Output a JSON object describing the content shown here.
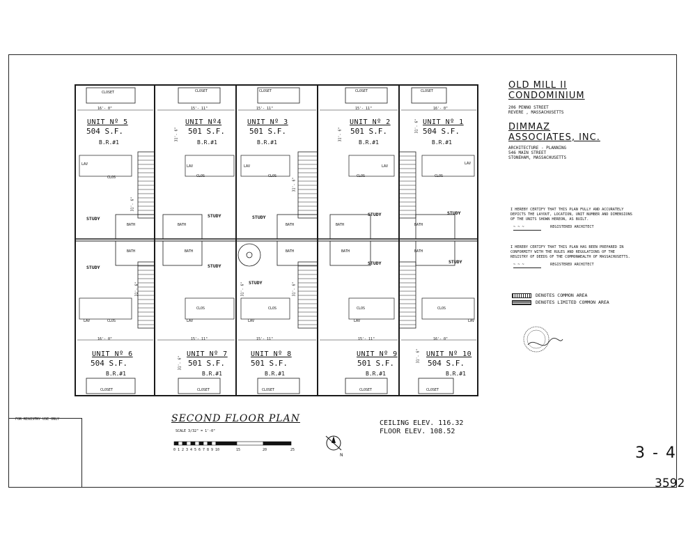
{
  "project": {
    "name_line1": "OLD MILL II",
    "name_line2": "CONDOMINIUM",
    "address_line1": "206 PENNO STREET",
    "address_line2": "REVERE , MASSACHUSETTS"
  },
  "architect": {
    "name_line1": "DIMMAZ",
    "name_line2": "ASSOCIATES, INC.",
    "line1": "ARCHITECTURE - PLANNING",
    "line2": "546 MAIN STREET",
    "line3": "STONEHAM, MASSACHUSETTS"
  },
  "certifications": [
    {
      "text": "I HEREBY CERTIFY THAT THIS PLAN FULLY AND ACCURATELY DEPICTS THE LAYOUT, LOCATION, UNIT NUMBER AND DIMENSIONS OF THE UNITS SHOWN HEREON, AS BUILT.",
      "role": "REGISTERED ARCHITECT"
    },
    {
      "text": "I HEREBY CERTIFY THAT THIS PLAN HAS BEEN PREPARED IN CONFORMITY WITH THE RULES AND REGULATIONS OF THE REGISTRY OF DEEDS OF THE COMMONWEALTH OF MASSACHUSETTS.",
      "role": "REGISTERED ARCHITECT"
    }
  ],
  "legend": [
    {
      "label": "DENOTES COMMON AREA",
      "pattern": "common"
    },
    {
      "label": "DENOTES LIMITED COMMON AREA",
      "pattern": "limited"
    }
  ],
  "units_top": [
    {
      "name": "UNIT Nº 5",
      "area": "504 S.F.",
      "br": "B.R.#1",
      "closet": "CLOSET",
      "width": "16'- 0\""
    },
    {
      "name": "UNIT Nº4",
      "area": "501 S.F.",
      "br": "B.R.#1",
      "closet": "CLOSET",
      "width": "15'- 11\""
    },
    {
      "name": "UNIT Nº 3",
      "area": "501 S.F.",
      "br": "B.R.#1",
      "closet": "CLOSET",
      "width": "15'- 11\""
    },
    {
      "name": "UNIT Nº 2",
      "area": "501 S.F.",
      "br": "B.R.#1",
      "closet": "CLOSET",
      "width": "15'- 11\""
    },
    {
      "name": "UNIT Nº 1",
      "area": "504 S.F.",
      "br": "B.R.#1",
      "closet": "CLOSET",
      "width": "16'- 0\""
    }
  ],
  "units_bottom": [
    {
      "name": "UNIT Nº 6",
      "area": "504 S.F.",
      "br": "B.R.#1",
      "closet": "CLOSET",
      "width": "16'- 0\""
    },
    {
      "name": "UNIT Nº 7",
      "area": "501 S.F.",
      "br": "B.R.#1",
      "closet": "CLOSET",
      "width": "15'- 11\""
    },
    {
      "name": "UNIT Nº 8",
      "area": "501 S.F.",
      "br": "B.R.#1",
      "closet": "CLOSET",
      "width": "15'- 11\""
    },
    {
      "name": "UNIT Nº 9",
      "area": "501 S.F.",
      "br": "B.R.#1",
      "closet": "CLOSET",
      "width": "15'- 11\""
    },
    {
      "name": "UNIT Nº 10",
      "area": "504 S.F.",
      "br": "B.R.#1",
      "closet": "CLOSET",
      "width": "16'- 0\""
    }
  ],
  "room_labels": {
    "study": "STUDY",
    "bath": "BATH",
    "lav": "LAV",
    "clos": "CLOS",
    "depth": "31'- 6\""
  },
  "registry_label": "FOR REGISTRY USE ONLY",
  "plan_title": "SECOND FLOOR PLAN",
  "scale_note": "SCALE 3/32\" = 1'-0\"",
  "scale_ticks": [
    "0",
    "1",
    "2",
    "3",
    "4",
    "5",
    "6",
    "7",
    "8",
    "9",
    "10",
    "15",
    "20",
    "25"
  ],
  "ceiling_elev": "CEILING  ELEV. 116.32",
  "floor_elev": "FLOOR  ELEV. 108.52",
  "north_label": "N",
  "sheet_number": "3 - 4",
  "book_number": "3592"
}
